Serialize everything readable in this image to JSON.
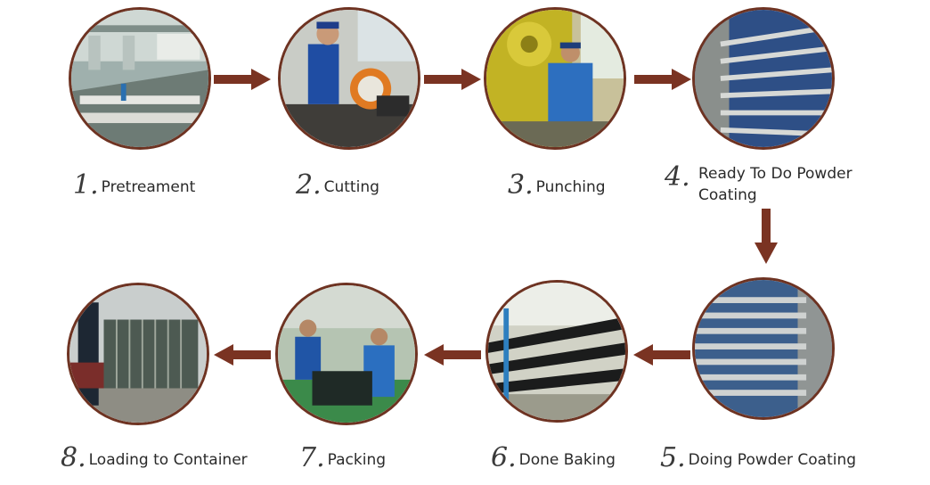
{
  "steps": [
    {
      "num": "1.",
      "label": "Pretreament"
    },
    {
      "num": "2.",
      "label": "Cutting"
    },
    {
      "num": "3.",
      "label": "Punching"
    },
    {
      "num": "4.",
      "label": "Ready To Do Powder Coating"
    },
    {
      "num": "5.",
      "label": "Doing Powder Coating"
    },
    {
      "num": "6.",
      "label": "Done Baking"
    },
    {
      "num": "7.",
      "label": "Packing"
    },
    {
      "num": "8.",
      "label": "Loading to Container"
    }
  ],
  "colors": {
    "circle_border": "#6e3322",
    "arrow": "#7a3322"
  }
}
